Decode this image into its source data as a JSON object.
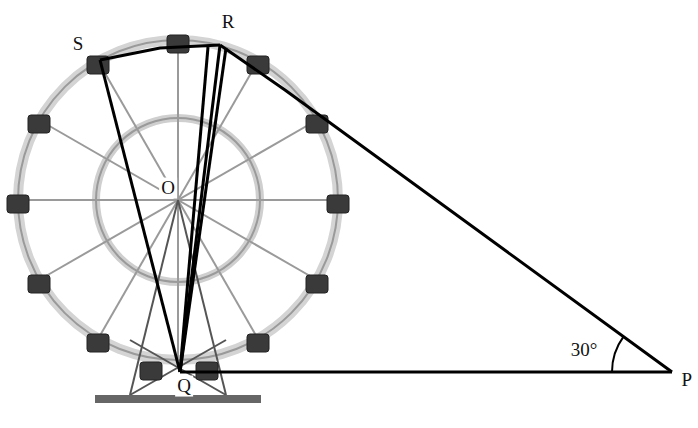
{
  "diagram": {
    "labels": [
      "S",
      "R",
      "O",
      "30°",
      "Q",
      "P"
    ]
  }
}
